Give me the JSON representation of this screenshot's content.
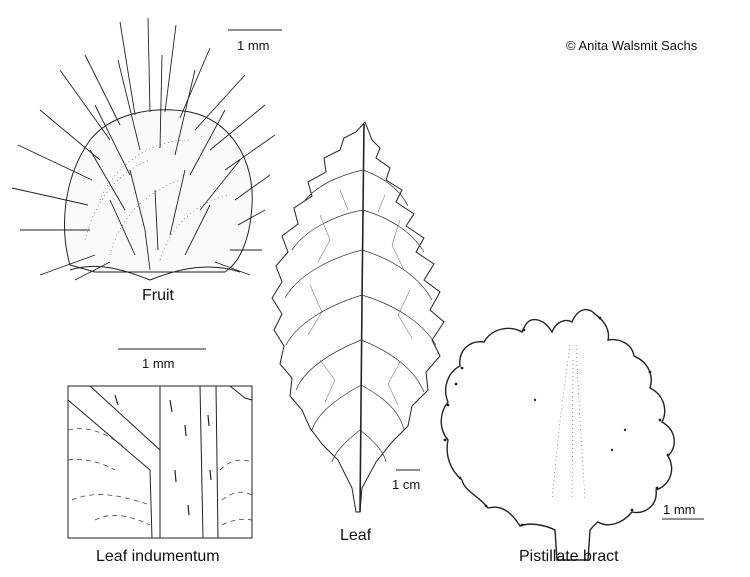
{
  "copyright": "© Anita Walsmit Sachs",
  "panels": {
    "fruit": {
      "caption": "Fruit",
      "scale": "1 mm"
    },
    "leaf": {
      "caption": "Leaf",
      "scale": "1 cm"
    },
    "indumentum": {
      "caption": "Leaf indumentum",
      "scale": "1 mm"
    },
    "bract": {
      "caption": "Pistillate bract",
      "scale": "1 mm"
    }
  }
}
